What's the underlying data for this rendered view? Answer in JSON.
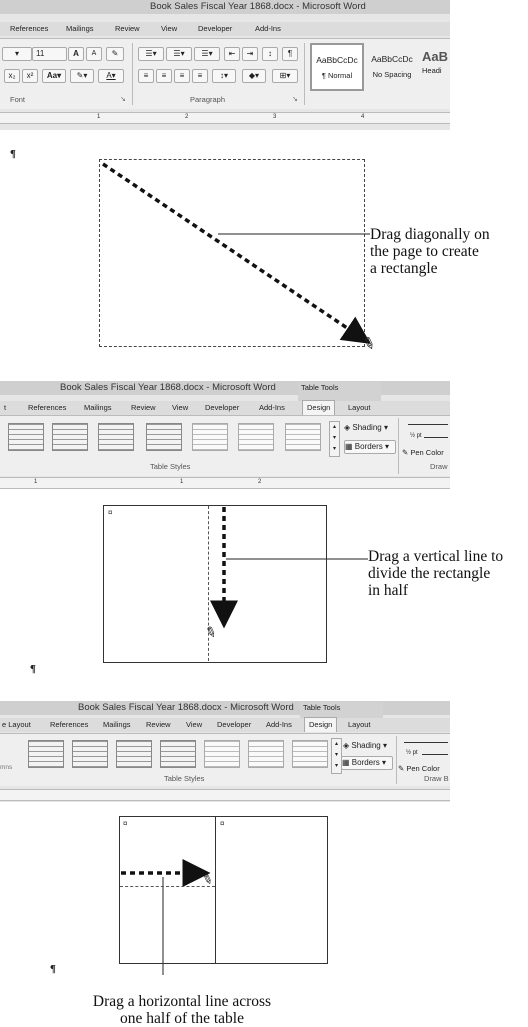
{
  "panel1": {
    "title": "Book Sales Fiscal Year 1868.docx - Microsoft Word",
    "tabs": [
      "References",
      "Mailings",
      "Review",
      "View",
      "Developer",
      "Add-Ins"
    ],
    "font_size": "11",
    "groups": {
      "font": "Font",
      "paragraph": "Paragraph"
    },
    "styles": [
      {
        "preview": "AaBbCcDc",
        "name": "¶ Normal"
      },
      {
        "preview": "AaBbCcDc",
        "name": "No Spacing"
      },
      {
        "preview": "AaB",
        "name": "Headi"
      }
    ],
    "ruler_numbers": [
      "1",
      "2",
      "3",
      "4"
    ]
  },
  "callout1": "Drag diagonally on\nthe page to create\na rectangle",
  "panel2": {
    "title": "Book Sales Fiscal Year 1868.docx - Microsoft Word",
    "context_tab": "Table Tools",
    "tabs": [
      "t",
      "References",
      "Mailings",
      "Review",
      "View",
      "Developer",
      "Add-Ins",
      "Design",
      "Layout"
    ],
    "group_table_styles": "Table Styles",
    "shading": "Shading",
    "borders": "Borders",
    "pen_weight": "½ pt",
    "pen_color": "Pen Color",
    "draw_group": "Draw",
    "ruler_numbers": [
      "1",
      "1",
      "2"
    ]
  },
  "callout2": "Drag a vertical line to\ndivide the rectangle\nin half",
  "panel3": {
    "title": "Book Sales Fiscal Year 1868.docx - Microsoft Word",
    "context_tab": "Table Tools",
    "tabs": [
      "e Layout",
      "References",
      "Mailings",
      "Review",
      "View",
      "Developer",
      "Add-Ins",
      "Design",
      "Layout"
    ],
    "group_table_styles": "Table Styles",
    "shading": "Shading",
    "borders": "Borders",
    "pen_weight": "½ pt",
    "pen_color": "Pen Color",
    "draw_group": "Draw B",
    "side_text": "mns"
  },
  "callout3": "Drag a horizontal line across\none half of the table",
  "pilcrow": "¶",
  "cell_mark": "¤"
}
